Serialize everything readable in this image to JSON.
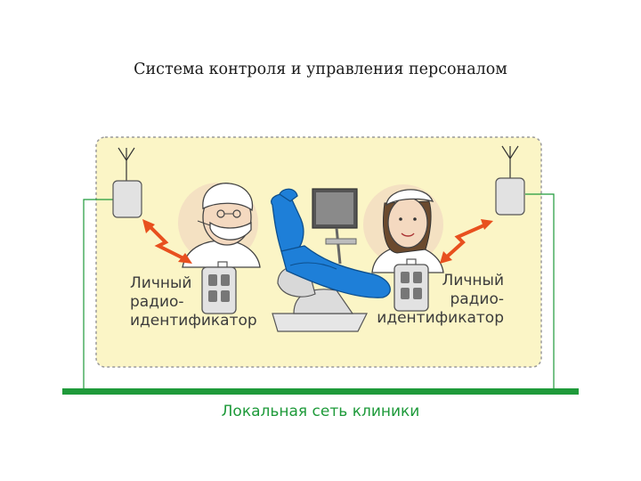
{
  "title": "Система контроля и управления персоналом",
  "left_label": {
    "line1": "Личный",
    "line2": "радио-",
    "line3": "идентификатор"
  },
  "right_label": {
    "line1": "Личный",
    "line2": "радио-",
    "line3": "идентификатор"
  },
  "network_label": "Локальная сеть клиники",
  "colors": {
    "zone_fill": "#fbf5c6",
    "zone_border": "#9a9a9a",
    "network": "#1f9a3a",
    "arrow": "#e8501e",
    "chair": "#1e7fd8",
    "reader_fill": "#e2e2e2",
    "halo": "#f2dcc0"
  },
  "icons": [
    "antenna-icon",
    "reader-icon",
    "doctor-icon",
    "nurse-icon",
    "dental-chair-icon",
    "monitor-icon",
    "radio-tag-icon",
    "signal-arrow-icon"
  ]
}
